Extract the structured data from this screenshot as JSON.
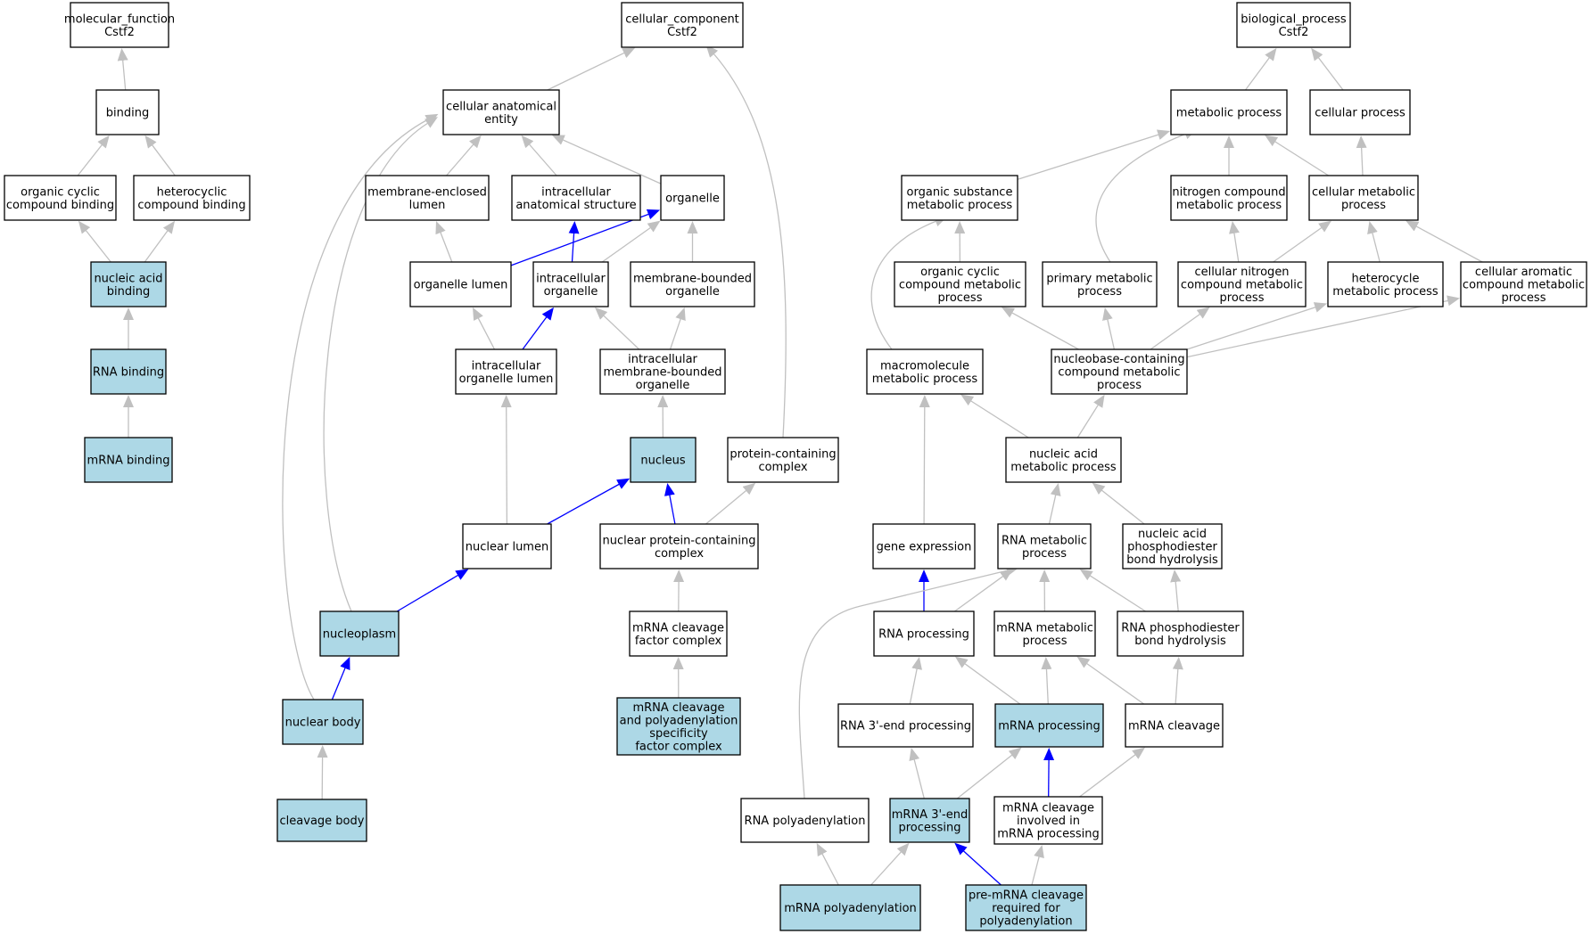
{
  "colors": {
    "node_fill": "#ffffff",
    "highlight_fill": "#add8e6",
    "node_border": "#000000",
    "edge_gray": "#c0c0c0",
    "edge_blue": "#0000ff"
  },
  "nodes": {
    "molecular_function": {
      "lines": [
        "molecular_function",
        "Cstf2"
      ],
      "highlight": false
    },
    "binding": {
      "lines": [
        "binding"
      ],
      "highlight": false
    },
    "organic_cyclic_binding": {
      "lines": [
        "organic cyclic",
        "compound binding"
      ],
      "highlight": false
    },
    "heterocyclic_binding": {
      "lines": [
        "heterocyclic",
        "compound binding"
      ],
      "highlight": false
    },
    "nucleic_acid_binding": {
      "lines": [
        "nucleic acid",
        "binding"
      ],
      "highlight": true
    },
    "rna_binding": {
      "lines": [
        "RNA binding"
      ],
      "highlight": true
    },
    "mrna_binding": {
      "lines": [
        "mRNA binding"
      ],
      "highlight": true
    },
    "cellular_component": {
      "lines": [
        "cellular_component",
        "Cstf2"
      ],
      "highlight": false
    },
    "cellular_anatomical_entity": {
      "lines": [
        "cellular anatomical",
        "entity"
      ],
      "highlight": false
    },
    "membrane_enclosed_lumen": {
      "lines": [
        "membrane-enclosed",
        "lumen"
      ],
      "highlight": false
    },
    "intracellular_anatomical_structure": {
      "lines": [
        "intracellular",
        "anatomical structure"
      ],
      "highlight": false
    },
    "organelle": {
      "lines": [
        "organelle"
      ],
      "highlight": false
    },
    "organelle_lumen": {
      "lines": [
        "organelle lumen"
      ],
      "highlight": false
    },
    "intracellular_organelle": {
      "lines": [
        "intracellular",
        "organelle"
      ],
      "highlight": false
    },
    "membrane_bounded_organelle": {
      "lines": [
        "membrane-bounded",
        "organelle"
      ],
      "highlight": false
    },
    "intracellular_organelle_lumen": {
      "lines": [
        "intracellular",
        "organelle lumen"
      ],
      "highlight": false
    },
    "intracellular_membrane_bounded_organelle": {
      "lines": [
        "intracellular",
        "membrane-bounded",
        "organelle"
      ],
      "highlight": false
    },
    "nucleus": {
      "lines": [
        "nucleus"
      ],
      "highlight": true
    },
    "protein_containing_complex": {
      "lines": [
        "protein-containing",
        "complex"
      ],
      "highlight": false
    },
    "nuclear_lumen": {
      "lines": [
        "nuclear lumen"
      ],
      "highlight": false
    },
    "nuclear_protein_containing_complex": {
      "lines": [
        "nuclear protein-containing",
        "complex"
      ],
      "highlight": false
    },
    "nucleoplasm": {
      "lines": [
        "nucleoplasm"
      ],
      "highlight": true
    },
    "mrna_cleavage_factor_complex": {
      "lines": [
        "mRNA cleavage",
        "factor complex"
      ],
      "highlight": false
    },
    "nuclear_body": {
      "lines": [
        "nuclear body"
      ],
      "highlight": true
    },
    "cpsf_complex": {
      "lines": [
        "mRNA cleavage",
        "and polyadenylation",
        "specificity",
        "factor complex"
      ],
      "highlight": true
    },
    "cleavage_body": {
      "lines": [
        "cleavage body"
      ],
      "highlight": true
    },
    "biological_process": {
      "lines": [
        "biological_process",
        "Cstf2"
      ],
      "highlight": false
    },
    "metabolic_process": {
      "lines": [
        "metabolic process"
      ],
      "highlight": false
    },
    "cellular_process": {
      "lines": [
        "cellular process"
      ],
      "highlight": false
    },
    "organic_substance_metabolic_process": {
      "lines": [
        "organic substance",
        "metabolic process"
      ],
      "highlight": false
    },
    "nitrogen_compound_metabolic_process": {
      "lines": [
        "nitrogen compound",
        "metabolic process"
      ],
      "highlight": false
    },
    "cellular_metabolic_process": {
      "lines": [
        "cellular metabolic",
        "process"
      ],
      "highlight": false
    },
    "organic_cyclic_compound_metabolic_process": {
      "lines": [
        "organic cyclic",
        "compound metabolic",
        "process"
      ],
      "highlight": false
    },
    "primary_metabolic_process": {
      "lines": [
        "primary metabolic",
        "process"
      ],
      "highlight": false
    },
    "cellular_nitrogen_compound_metabolic_process": {
      "lines": [
        "cellular nitrogen",
        "compound metabolic",
        "process"
      ],
      "highlight": false
    },
    "heterocycle_metabolic_process": {
      "lines": [
        "heterocycle",
        "metabolic process"
      ],
      "highlight": false
    },
    "cellular_aromatic_compound_metabolic_process": {
      "lines": [
        "cellular aromatic",
        "compound metabolic",
        "process"
      ],
      "highlight": false
    },
    "macromolecule_metabolic_process": {
      "lines": [
        "macromolecule",
        "metabolic process"
      ],
      "highlight": false
    },
    "nucleobase_containing_compound_metabolic_process": {
      "lines": [
        "nucleobase-containing",
        "compound metabolic",
        "process"
      ],
      "highlight": false
    },
    "nucleic_acid_metabolic_process": {
      "lines": [
        "nucleic acid",
        "metabolic process"
      ],
      "highlight": false
    },
    "gene_expression": {
      "lines": [
        "gene expression"
      ],
      "highlight": false
    },
    "rna_metabolic_process": {
      "lines": [
        "RNA metabolic",
        "process"
      ],
      "highlight": false
    },
    "nucleic_acid_phosphodiester_bond_hydrolysis": {
      "lines": [
        "nucleic acid",
        "phosphodiester",
        "bond hydrolysis"
      ],
      "highlight": false
    },
    "rna_processing": {
      "lines": [
        "RNA processing"
      ],
      "highlight": false
    },
    "mrna_metabolic_process": {
      "lines": [
        "mRNA metabolic",
        "process"
      ],
      "highlight": false
    },
    "rna_phosphodiester_bond_hydrolysis": {
      "lines": [
        "RNA phosphodiester",
        "bond hydrolysis"
      ],
      "highlight": false
    },
    "rna_3end_processing": {
      "lines": [
        "RNA 3'-end processing"
      ],
      "highlight": false
    },
    "mrna_processing": {
      "lines": [
        "mRNA processing"
      ],
      "highlight": true
    },
    "mrna_cleavage": {
      "lines": [
        "mRNA cleavage"
      ],
      "highlight": false
    },
    "rna_polyadenylation": {
      "lines": [
        "RNA polyadenylation"
      ],
      "highlight": false
    },
    "mrna_3end_processing": {
      "lines": [
        "mRNA 3'-end",
        "processing"
      ],
      "highlight": true
    },
    "mrna_cleavage_involved_in_mrna_processing": {
      "lines": [
        "mRNA cleavage",
        "involved in",
        "mRNA processing"
      ],
      "highlight": false
    },
    "mrna_polyadenylation": {
      "lines": [
        "mRNA polyadenylation"
      ],
      "highlight": true
    },
    "pre_mrna_cleavage_required_for_polyadenylation": {
      "lines": [
        "pre-mRNA cleavage",
        "required for",
        "polyadenylation"
      ],
      "highlight": true
    }
  }
}
